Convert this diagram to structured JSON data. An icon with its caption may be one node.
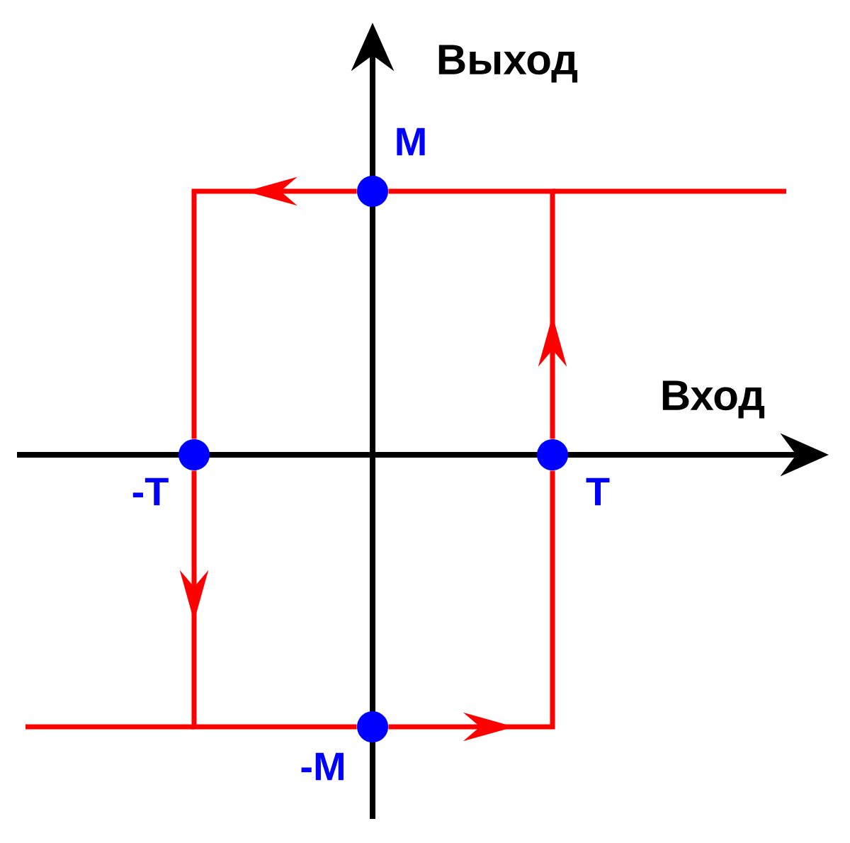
{
  "diagram": {
    "nodes": [
      {
        "text": [],
        "shape": "circle",
        "beside": [
          "M"
        ]
      },
      {
        "text": [],
        "shape": "circle",
        "beside": [
          "T"
        ]
      },
      {
        "text": [],
        "shape": "circle",
        "beside": [
          "-T"
        ]
      },
      {
        "text": [],
        "shape": "circle",
        "beside": [
          "-M"
        ]
      }
    ],
    "edges": [
      {
        "from": 3,
        "to": 1,
        "arrow": "to"
      },
      {
        "from": 1,
        "to": 0,
        "arrow": "to"
      },
      {
        "from": 0,
        "to": 2,
        "arrow": "to"
      },
      {
        "from": 2,
        "to": 3,
        "arrow": "to"
      }
    ],
    "labels": [
      "Выход",
      "Вход"
    ]
  }
}
